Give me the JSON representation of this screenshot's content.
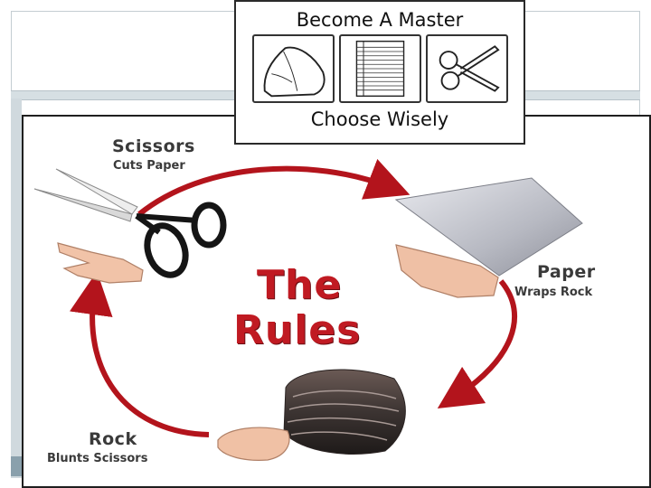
{
  "master_card": {
    "title": "Become A Master",
    "subtitle": "Choose Wisely",
    "tiles": [
      {
        "icon": "rock-icon"
      },
      {
        "icon": "paper-icon"
      },
      {
        "icon": "scissors-icon"
      }
    ]
  },
  "rules": {
    "title_line1": "The",
    "title_line2": "Rules",
    "scissors": {
      "name": "Scissors",
      "action": "Cuts Paper"
    },
    "paper": {
      "name": "Paper",
      "action": "Wraps Rock"
    },
    "rock": {
      "name": "Rock",
      "action": "Blunts Scissors"
    }
  },
  "colors": {
    "arrow": "#b3141c",
    "title": "#c01a22",
    "label": "#3a3a3a"
  }
}
